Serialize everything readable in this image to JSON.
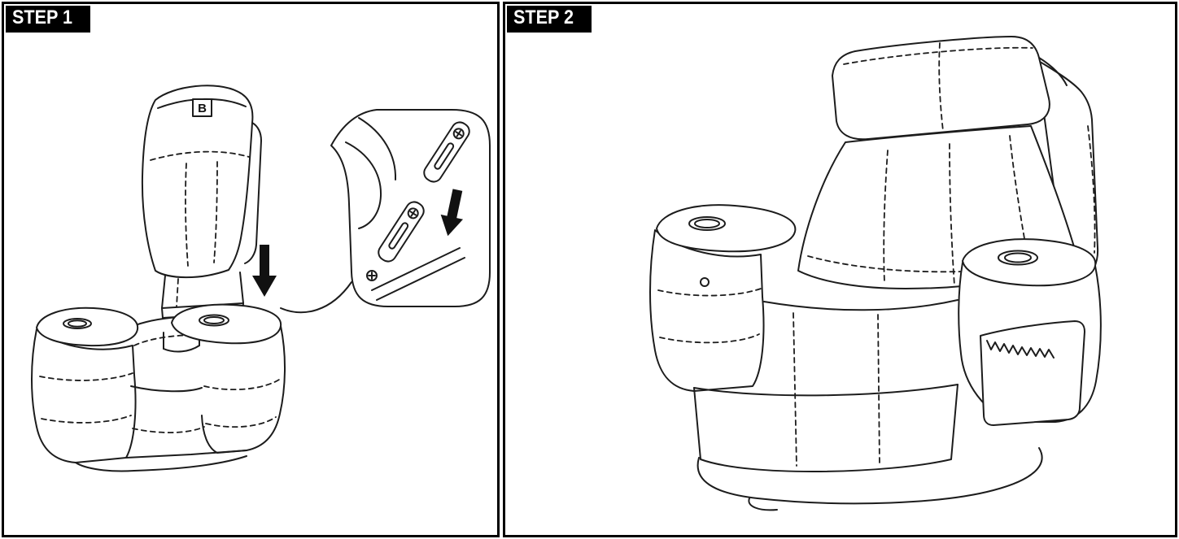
{
  "colors": {
    "background": "#ffffff",
    "line": "#1c1c1c",
    "step_label_bg": "#000000",
    "step_label_text": "#ffffff"
  },
  "steps": [
    {
      "label": "STEP 1",
      "part_label": "B"
    },
    {
      "label": "STEP 2"
    }
  ]
}
